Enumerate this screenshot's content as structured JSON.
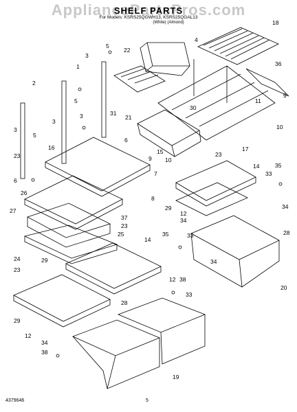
{
  "header": {
    "watermark": "AppliancePartsPros.com",
    "title": "SHELF PARTS",
    "models": "For Models: KSRS25QGWH13, KSRS25QGAL13",
    "colors": "(White)     (Almond)"
  },
  "callouts": [
    "1",
    "2",
    "3",
    "4",
    "5",
    "6",
    "7",
    "8",
    "9",
    "10",
    "11",
    "12",
    "14",
    "15",
    "16",
    "17",
    "18",
    "19",
    "20",
    "21",
    "22",
    "23",
    "24",
    "25",
    "26",
    "27",
    "28",
    "29",
    "30",
    "31",
    "33",
    "34",
    "35",
    "36",
    "37",
    "38"
  ],
  "footer": {
    "part_number": "4379646",
    "page_number": "5"
  }
}
